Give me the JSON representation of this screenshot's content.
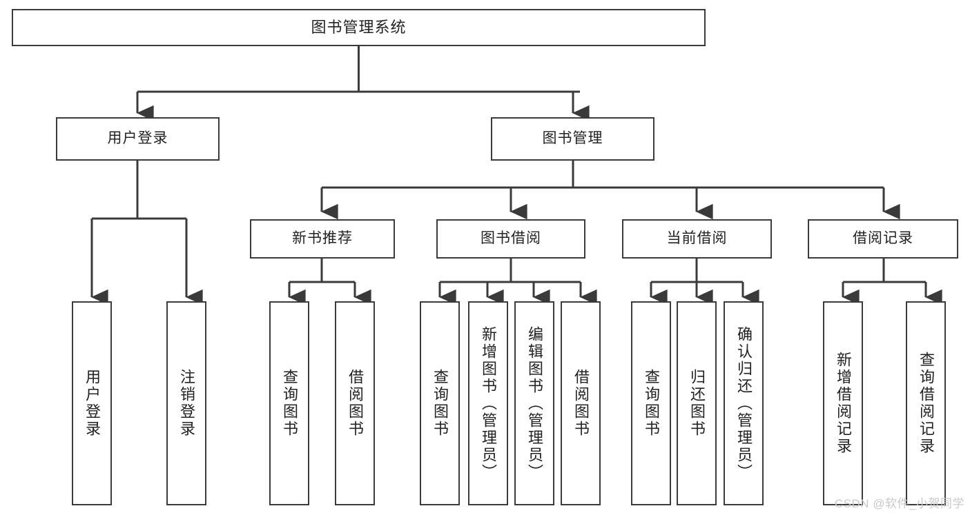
{
  "diagram": {
    "title": "图书管理系统",
    "type": "tree",
    "watermark": "CSDN @软件_小贺同学",
    "colors": {
      "box_border": "#3a3a3a",
      "box_fill": "#ffffff",
      "connector": "#3a3a3a",
      "text": "#222222",
      "watermark": "#c9c9c9"
    },
    "nodes": {
      "root": {
        "label": "图书管理系统"
      },
      "level2": [
        {
          "label": "用户登录"
        },
        {
          "label": "图书管理"
        }
      ],
      "level3": [
        {
          "label": "新书推荐"
        },
        {
          "label": "图书借阅"
        },
        {
          "label": "当前借阅"
        },
        {
          "label": "借阅记录"
        }
      ],
      "leaves_user_login": [
        {
          "label": "用户登录"
        },
        {
          "label": "注销登录"
        }
      ],
      "leaves_new_book": [
        {
          "label": "查询图书"
        },
        {
          "label": "借阅图书"
        }
      ],
      "leaves_borrow": [
        {
          "label": "查询图书"
        },
        {
          "label": "新增图书（管理员）"
        },
        {
          "label": "编辑图书（管理员）"
        },
        {
          "label": "借阅图书"
        }
      ],
      "leaves_current": [
        {
          "label": "查询图书"
        },
        {
          "label": "归还图书"
        },
        {
          "label": "确认归还（管理员）"
        }
      ],
      "leaves_record": [
        {
          "label": "新增借阅记录"
        },
        {
          "label": "查询借阅记录"
        }
      ]
    }
  }
}
